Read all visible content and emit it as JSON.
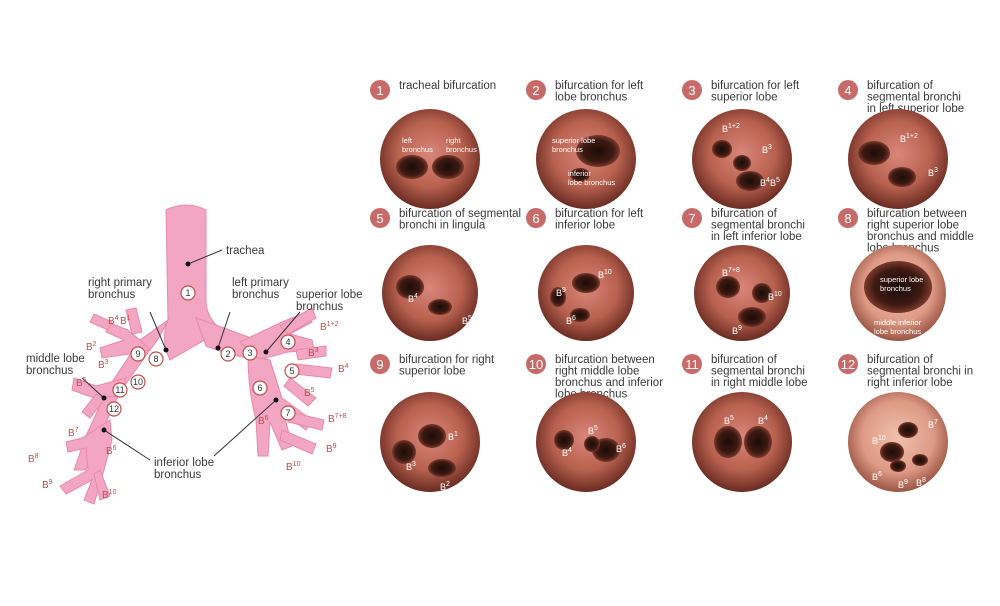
{
  "colors": {
    "airway": "#f2a6c1",
    "airway_edge": "#e889ad",
    "number_badge": "#c76a6a",
    "segment_label": "#c0504d",
    "text": "#3a3a3a"
  },
  "airway_diagram": {
    "labels": {
      "trachea": "trachea",
      "right_primary_bronchus": [
        "right primary",
        "bronchus"
      ],
      "left_primary_bronchus": [
        "left primary",
        "bronchus"
      ],
      "superior_lobe_bronchus": [
        "superior lobe",
        "bronchus"
      ],
      "middle_lobe_bronchus": [
        "middle lobe",
        "bronchus"
      ],
      "inferior_lobe_bronchus": [
        "inferior lobe",
        "bronchus"
      ]
    },
    "segments": [
      {
        "base": "B",
        "sup": "1"
      },
      {
        "base": "B",
        "sup": "2"
      },
      {
        "base": "B",
        "sup": "3"
      },
      {
        "base": "B",
        "sup": "5"
      },
      {
        "base": "B",
        "sup": "4"
      },
      {
        "base": "B",
        "sup": "7"
      },
      {
        "base": "B",
        "sup": "6"
      },
      {
        "base": "B",
        "sup": "8"
      },
      {
        "base": "B",
        "sup": "9"
      },
      {
        "base": "B",
        "sup": "10"
      },
      {
        "base": "B",
        "sup": "1+2"
      },
      {
        "base": "B",
        "sup": "3"
      },
      {
        "base": "B",
        "sup": "4"
      },
      {
        "base": "B",
        "sup": "5"
      },
      {
        "base": "B",
        "sup": "6"
      },
      {
        "base": "B",
        "sup": "7+8"
      },
      {
        "base": "B",
        "sup": "9"
      },
      {
        "base": "B",
        "sup": "10"
      }
    ],
    "markers": [
      "1",
      "2",
      "3",
      "4",
      "5",
      "6",
      "7",
      "8",
      "9",
      "10",
      "11",
      "12"
    ]
  },
  "panels": [
    {
      "num": "1",
      "title": [
        "tracheal bifurcation"
      ],
      "labels": [
        [
          "left",
          "bronchus"
        ],
        [
          "right",
          "bronchus"
        ]
      ]
    },
    {
      "num": "2",
      "title": [
        "bifurcation for left",
        "lobe bronchus"
      ],
      "labels": [
        [
          "superior lobe",
          "bronchus"
        ],
        [
          "inferior",
          "lobe bronchus"
        ]
      ]
    },
    {
      "num": "3",
      "title": [
        "bifurcation for left",
        "superior lobe"
      ],
      "labels": [
        [
          "B",
          "1+2"
        ],
        [
          "B",
          "3"
        ],
        [
          "B",
          "4"
        ],
        [
          "B",
          "5"
        ]
      ]
    },
    {
      "num": "4",
      "title": [
        "bifurcation of",
        "segmental bronchi",
        "in left superior lobe"
      ],
      "labels": [
        [
          "B",
          "1+2"
        ],
        [
          "B",
          "3"
        ]
      ]
    },
    {
      "num": "5",
      "title": [
        "bifurcation of segmental",
        "bronchi in lingula"
      ],
      "labels": [
        [
          "B",
          "4"
        ],
        [
          "B",
          "5"
        ]
      ]
    },
    {
      "num": "6",
      "title": [
        "bifurcation for left",
        "inferior lobe"
      ],
      "labels": [
        [
          "B",
          "10"
        ],
        [
          "B",
          "9"
        ],
        [
          "B",
          "6"
        ]
      ]
    },
    {
      "num": "7",
      "title": [
        "bifurcation of",
        "segmental bronchi",
        "in left inferior lobe"
      ],
      "labels": [
        [
          "B",
          "7+8"
        ],
        [
          "B",
          "10"
        ],
        [
          "B",
          "9"
        ]
      ]
    },
    {
      "num": "8",
      "title": [
        "bifurcation between",
        "right superior lobe",
        "bronchus and middle",
        "lobe bronchus"
      ],
      "labels": [
        [
          "superior lobe",
          "bronchus"
        ],
        [
          "middle inferior",
          "lobe bronchus"
        ]
      ]
    },
    {
      "num": "9",
      "title": [
        "bifurcation for right",
        "superior lobe"
      ],
      "labels": [
        [
          "B",
          "1"
        ],
        [
          "B",
          "3"
        ],
        [
          "B",
          "2"
        ]
      ]
    },
    {
      "num": "10",
      "title": [
        "bifurcation between",
        "right middle lobe",
        "bronchus and inferior",
        "lobe bronchus"
      ],
      "labels": [
        [
          "B",
          "5"
        ],
        [
          "B",
          "4"
        ],
        [
          "B",
          "6"
        ]
      ]
    },
    {
      "num": "11",
      "title": [
        "bifurcation of",
        "segmental bronchi",
        "in right middle lobe"
      ],
      "labels": [
        [
          "B",
          "5"
        ],
        [
          "B",
          "4"
        ]
      ]
    },
    {
      "num": "12",
      "title": [
        "bifurcation of",
        "segmental bronchi in",
        "right inferior lobe"
      ],
      "labels": [
        [
          "B",
          "7"
        ],
        [
          "B",
          "10"
        ],
        [
          "B",
          "6"
        ],
        [
          "B",
          "9"
        ],
        [
          "B",
          "8"
        ]
      ]
    }
  ]
}
